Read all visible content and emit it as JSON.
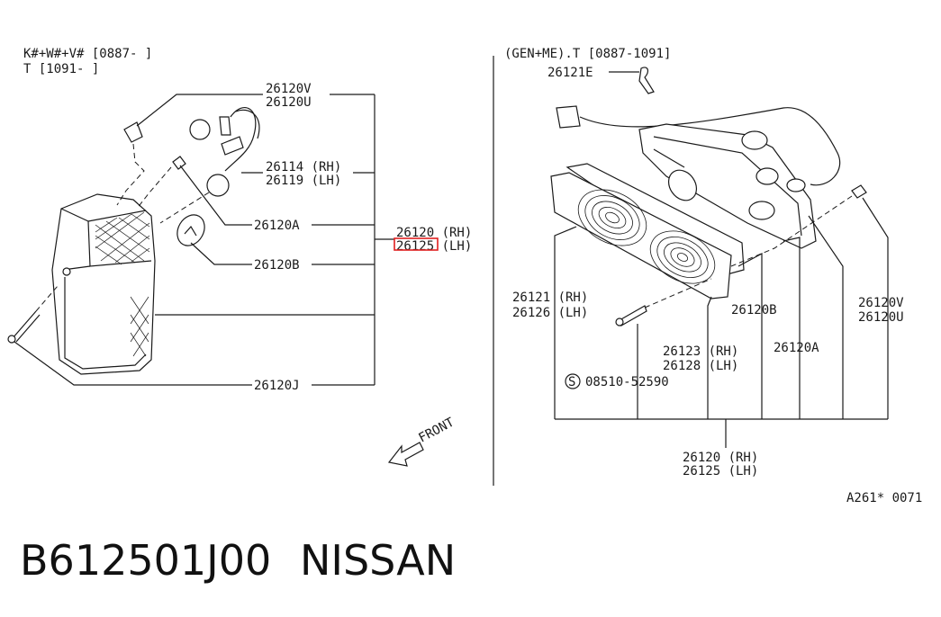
{
  "header_left": {
    "line1": "K#+W#+V# [0887-     ]",
    "line2": "T [1091-     ]"
  },
  "header_right": "(GEN+ME).T [0887-1091]",
  "left_labels": {
    "l26120v": "26120V",
    "l26120u": "26120U",
    "l26114": "26114 (RH)",
    "l26119": "26119 (LH)",
    "l26120a": "26120A",
    "l26120b": "26120B",
    "l26120j": "26120J",
    "rh": "26120 (RH)",
    "lh": "26125 (LH)"
  },
  "front_label": "FRONT",
  "right_labels": {
    "l26121e": "26121E",
    "l26121": "26121 (RH)",
    "l26126": "26126 (LH)",
    "l26120b": "26120B",
    "l26123": "26123 (RH)",
    "l26128": "26128 (LH)",
    "l26120a": "26120A",
    "l26120v": "26120V",
    "l26120u": "26120U",
    "screw": "08510-52590",
    "screw_symbol": "S",
    "rh": "26120 (RH)",
    "lh": "26125 (LH)"
  },
  "figure_code": "A261* 0071",
  "footer": {
    "part_number": "B612501J00",
    "brand": "NISSAN"
  },
  "highlight_color": "#e02020"
}
